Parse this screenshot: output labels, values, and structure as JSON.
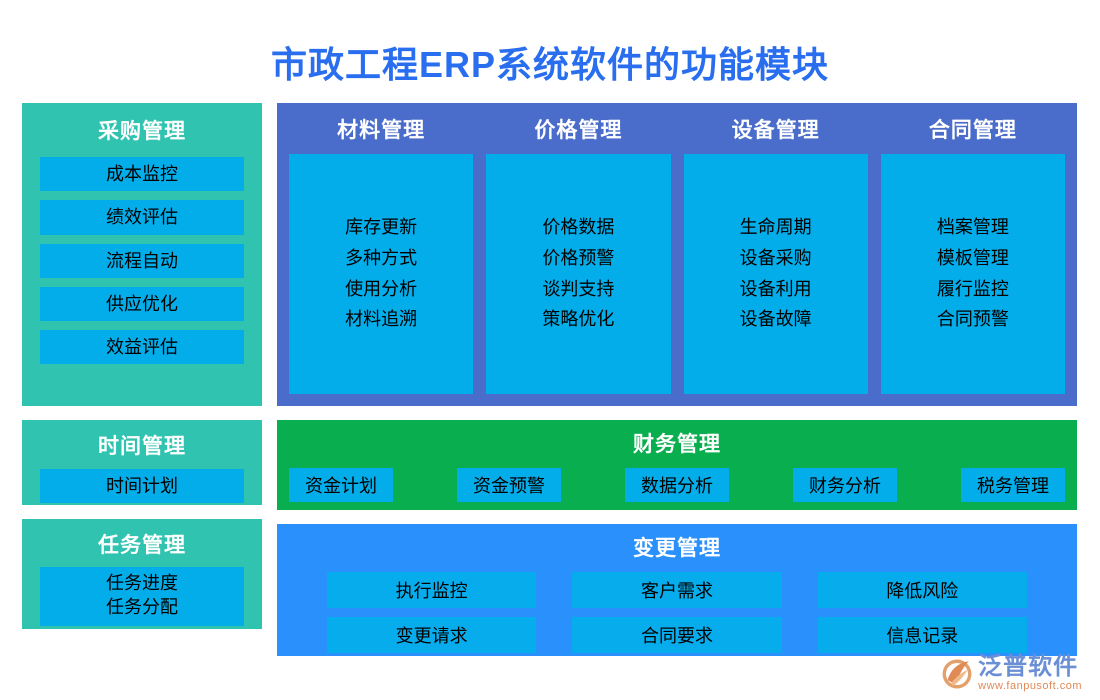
{
  "page": {
    "title": "市政工程ERP系统软件的功能模块"
  },
  "colors": {
    "title": "#2a6ef0",
    "teal_panel": "#2fc3b0",
    "chip_cyan": "#03ade9",
    "modules_panel": "#4a6cca",
    "finance_green": "#09ae4e",
    "change_blue": "#2a90fb",
    "change_chip": "#06aceb",
    "logo_name": "#6b8fd4",
    "logo_url": "#e08a55"
  },
  "left_panels": [
    {
      "title": "采购管理",
      "items": [
        "成本监控",
        "绩效评估",
        "流程自动",
        "供应优化",
        "效益评估"
      ]
    },
    {
      "title": "时间管理",
      "items": [
        "时间计划"
      ]
    },
    {
      "title": "任务管理",
      "items": [
        "任务进度",
        "任务分配"
      ]
    }
  ],
  "modules": [
    {
      "title": "材料管理",
      "items": [
        "库存更新",
        "多种方式",
        "使用分析",
        "材料追溯"
      ]
    },
    {
      "title": "价格管理",
      "items": [
        "价格数据",
        "价格预警",
        "谈判支持",
        "策略优化"
      ]
    },
    {
      "title": "设备管理",
      "items": [
        "生命周期",
        "设备采购",
        "设备利用",
        "设备故障"
      ]
    },
    {
      "title": "合同管理",
      "items": [
        "档案管理",
        "模板管理",
        "履行监控",
        "合同预警"
      ]
    }
  ],
  "finance": {
    "title": "财务管理",
    "items": [
      "资金计划",
      "资金预警",
      "数据分析",
      "财务分析",
      "税务管理"
    ]
  },
  "change": {
    "title": "变更管理",
    "items": [
      "执行监控",
      "客户需求",
      "降低风险",
      "变更请求",
      "合同要求",
      "信息记录"
    ]
  },
  "logo": {
    "name": "泛普软件",
    "url": "www.fanpusoft.com"
  }
}
